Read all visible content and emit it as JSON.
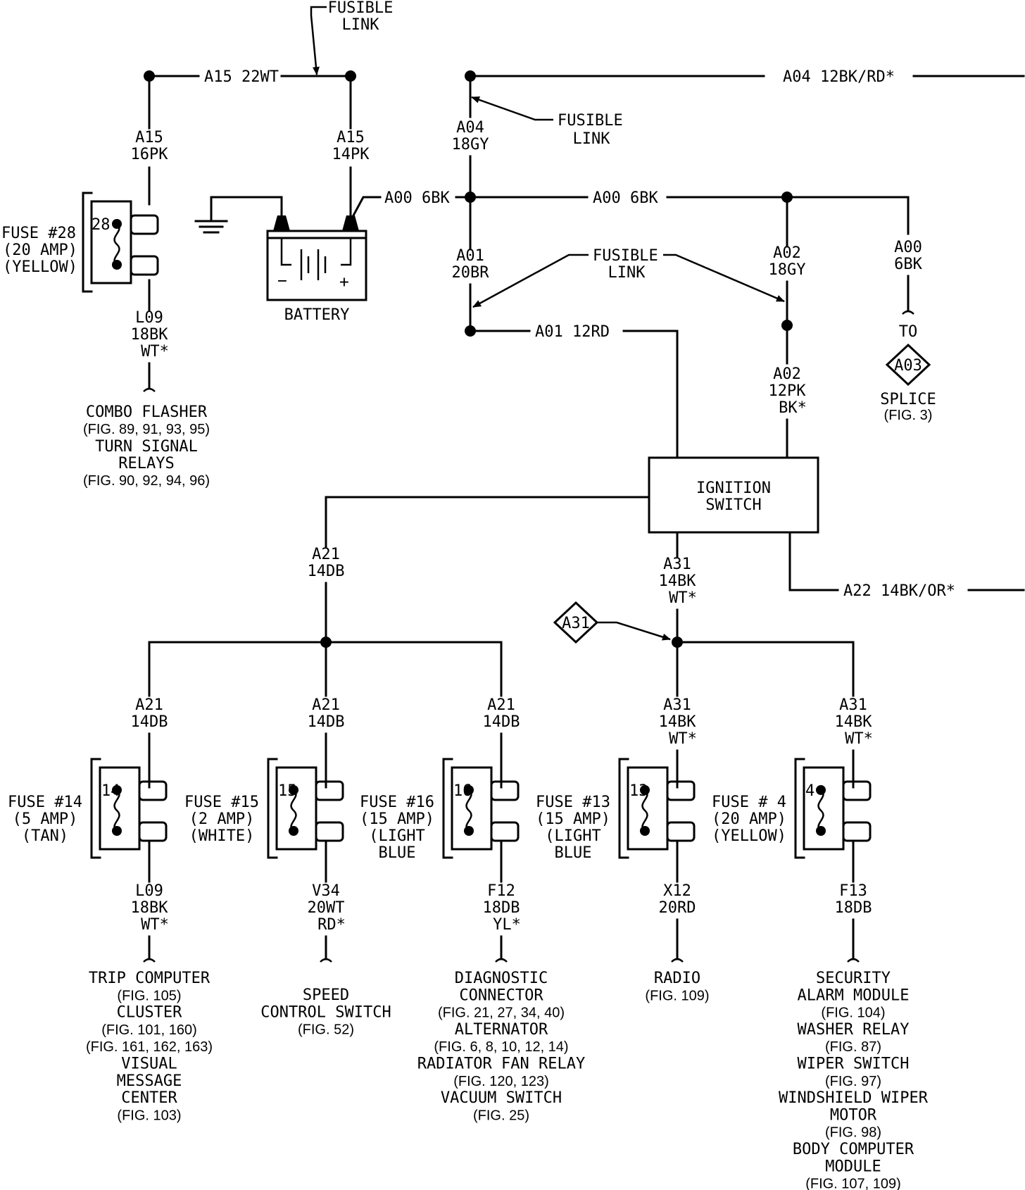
{
  "top": {
    "fusible_link_1": [
      "FUSIBLE",
      "LINK"
    ],
    "a15_22wt": "A15 22WT",
    "a15_16pk": [
      "A15",
      "16PK"
    ],
    "a15_14pk": [
      "A15",
      "14PK"
    ],
    "a04_12bk": "A04 12BK/RD*",
    "fusible_link_2": [
      "FUSIBLE",
      "LINK"
    ],
    "a04_18gy": [
      "A04",
      "18GY"
    ],
    "a00_6bk_left": "A00 6BK",
    "a00_6bk_mid": "A00 6BK",
    "a00_6bk_right": [
      "A00",
      "6BK"
    ],
    "a01_20br": [
      "A01",
      "20BR"
    ],
    "fusible_link_3": [
      "FUSIBLE",
      "LINK"
    ],
    "a02_18gy": [
      "A02",
      "18GY"
    ],
    "a01_12rd": "A01 12RD",
    "a02_12pk": [
      "A02",
      "12PK",
      "BK*"
    ],
    "to": "TO",
    "a03": "A03",
    "splice": "SPLICE",
    "splice_fig": "(FIG. 3)",
    "battery": "BATTERY",
    "minus": "−",
    "plus": "+"
  },
  "fuse28": {
    "number": "28",
    "label": [
      "FUSE #28",
      "(20 AMP)",
      "(YELLOW)"
    ],
    "out_wire": [
      "L09",
      "18BK",
      "WT*"
    ],
    "dest": [
      "COMBO FLASHER",
      "(FIG. 89, 91, 93, 95)",
      "TURN SIGNAL",
      "RELAYS",
      "(FIG. 90, 92, 94, 96)"
    ]
  },
  "ignition": {
    "label": [
      "IGNITION",
      "SWITCH"
    ],
    "a21_14db": [
      "A21",
      "14DB"
    ],
    "a31_14bk": [
      "A31",
      "14BK",
      "WT*"
    ],
    "a22": "A22 14BK/OR*",
    "a31_tag": "A31"
  },
  "fuses": [
    {
      "number": "14",
      "in_wire": [
        "A21",
        "14DB"
      ],
      "label": [
        "FUSE #14",
        "(5 AMP)",
        "(TAN)"
      ],
      "out_wire": [
        "L09",
        "18BK",
        "WT*"
      ],
      "dest": [
        "TRIP COMPUTER",
        "(FIG. 105)",
        "CLUSTER",
        "(FIG. 101, 160)",
        "(FIG. 161, 162, 163)",
        "VISUAL",
        "MESSAGE",
        "CENTER",
        "(FIG. 103)"
      ]
    },
    {
      "number": "15",
      "in_wire": [
        "A21",
        "14DB"
      ],
      "label": [
        "FUSE #15",
        "(2 AMP)",
        "(WHITE)"
      ],
      "out_wire": [
        "V34",
        "20WT",
        "RD*"
      ],
      "dest": [
        "SPEED",
        "CONTROL SWITCH",
        "(FIG. 52)"
      ]
    },
    {
      "number": "16",
      "in_wire": [
        "A21",
        "14DB"
      ],
      "label": [
        "FUSE #16",
        "(15 AMP)",
        "(LIGHT",
        "BLUE"
      ],
      "out_wire": [
        "F12",
        "18DB",
        "YL*"
      ],
      "dest": [
        "DIAGNOSTIC",
        "CONNECTOR",
        "(FIG. 21, 27, 34, 40)",
        "ALTERNATOR",
        "(FIG. 6, 8, 10, 12, 14)",
        "RADIATOR FAN RELAY",
        "(FIG. 120, 123)",
        "VACUUM SWITCH",
        "(FIG. 25)"
      ]
    },
    {
      "number": "13",
      "in_wire": [
        "A31",
        "14BK",
        "WT*"
      ],
      "label": [
        "FUSE #13",
        "(15 AMP)",
        "(LIGHT",
        "BLUE"
      ],
      "out_wire": [
        "X12",
        "20RD"
      ],
      "dest": [
        "RADIO",
        "(FIG. 109)"
      ]
    },
    {
      "number": "4",
      "in_wire": [
        "A31",
        "14BK",
        "WT*"
      ],
      "label": [
        "FUSE # 4",
        "(20 AMP)",
        "(YELLOW)"
      ],
      "out_wire": [
        "F13",
        "18DB"
      ],
      "dest": [
        "SECURITY",
        "ALARM MODULE",
        "(FIG. 104)",
        "WASHER RELAY",
        "(FIG. 87)",
        "WIPER SWITCH",
        "(FIG. 97)",
        "WINDSHIELD WIPER",
        "MOTOR",
        "(FIG. 98)",
        "BODY COMPUTER",
        "MODULE",
        "(FIG. 107, 109)"
      ]
    }
  ]
}
